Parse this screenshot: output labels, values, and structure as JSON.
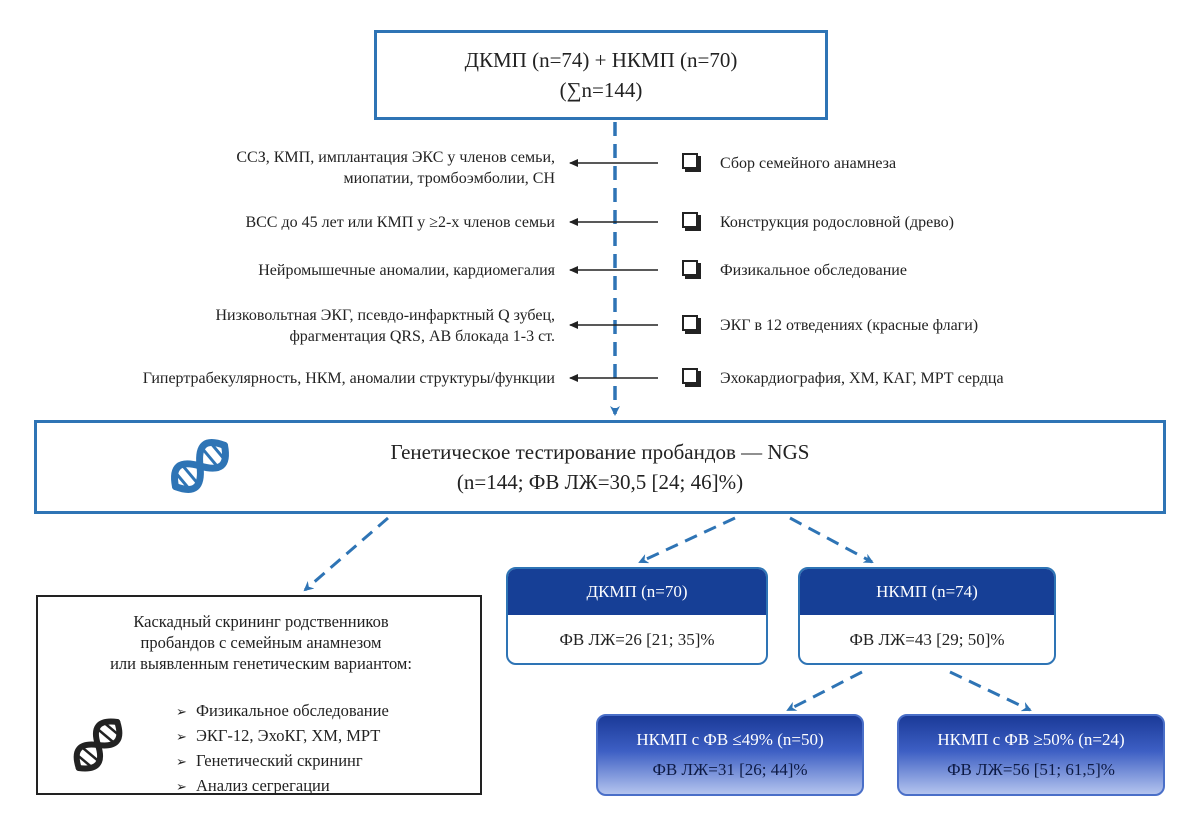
{
  "top": {
    "line1": "ДКМП (n=74) + НКМП (n=70)",
    "line2": "(∑n=144)"
  },
  "steps": [
    {
      "left_lines": [
        "ССЗ, КМП, имплантация ЭКС у членов семьи,",
        "миопатии, тромбоэмболии, СН"
      ],
      "right": "Сбор семейного анамнеза"
    },
    {
      "left_lines": [
        "ВСС до 45 лет или КМП у ≥2-х членов семьи"
      ],
      "right": "Конструкция родословной (древо)"
    },
    {
      "left_lines": [
        "Нейромышечные аномалии, кардиомегалия"
      ],
      "right": "Физикальное обследование"
    },
    {
      "left_lines": [
        "Низковольтная ЭКГ, псевдо-инфарктный Q зубец,",
        "фрагментация QRS, АВ блокада 1-3 ст."
      ],
      "right": "ЭКГ в 12 отведениях (красные флаги)"
    },
    {
      "left_lines": [
        "Гипертрабекулярность, НКМ, аномалии структуры/функции"
      ],
      "right": "Эхокардиография, ХМ, КАГ, МРТ сердца"
    }
  ],
  "ngs": {
    "line1": "Генетическое тестирование пробандов — NGS",
    "line2": "(n=144; ФВ ЛЖ=30,5 [24; 46]%)",
    "icon": "dna-icon"
  },
  "cascade": {
    "head_lines": [
      "Каскадный скрининг родственников",
      "пробандов с семейным анамнезом",
      "или выявленным генетическим вариантом:"
    ],
    "bullet": "➢",
    "items": [
      "Физикальное обследование",
      "ЭКГ-12, ЭхоКГ, ХМ, МРТ",
      "Генетический скрининг",
      "Анализ сегрегации"
    ],
    "icon": "dna-icon"
  },
  "dcmp": {
    "header": "ДКМП (n=70)",
    "value": "ФВ ЛЖ=26 [21; 35]%"
  },
  "ncmp": {
    "header": "НКМП (n=74)",
    "value": "ФВ ЛЖ=43 [29; 50]%"
  },
  "ncmp_low": {
    "line1": "НКМП с ФВ ≤49% (n=50)",
    "line2": "ФВ ЛЖ=31 [26; 44]%"
  },
  "ncmp_high": {
    "line1": "НКМП с ФВ ≥50% (n=24)",
    "line2": "ФВ ЛЖ=56 [51; 61,5]%"
  },
  "colors": {
    "accent": "#2e74b5",
    "header_fill": "#163f96"
  }
}
